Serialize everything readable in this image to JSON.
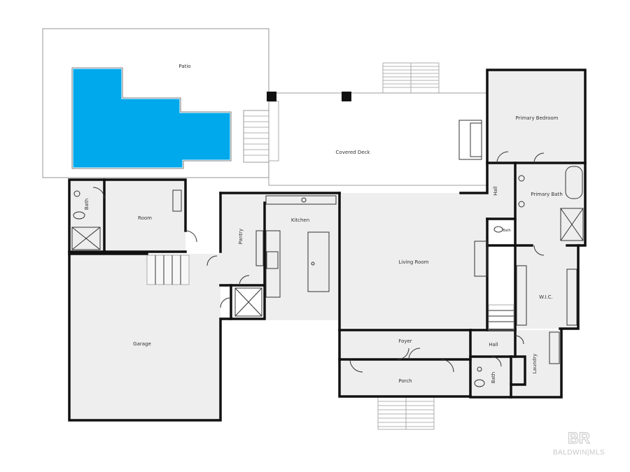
{
  "rooms": {
    "patio": "Patio",
    "covered_deck": "Covered Deck",
    "primary_bedroom": "Primary Bedroom",
    "primary_bath": "Primary Bath",
    "hall_upper": "Hall",
    "bath_small_right": "Bath",
    "bath_left": "Bath",
    "room": "Room",
    "pantry": "Pantry",
    "kitchen": "Kitchen",
    "living_room": "Living Room",
    "wic": "W.I.C.",
    "garage": "Garage",
    "foyer": "Foyer",
    "hall_lower": "Hall",
    "porch": "Porch",
    "bath_lower": "Bath",
    "laundry": "Laundry"
  },
  "watermark": {
    "logo": "BR",
    "text": "BALDWIN|MLS"
  },
  "colors": {
    "pool": "#00a8ec",
    "walls": "#111111",
    "floor": "#eeeeee"
  }
}
